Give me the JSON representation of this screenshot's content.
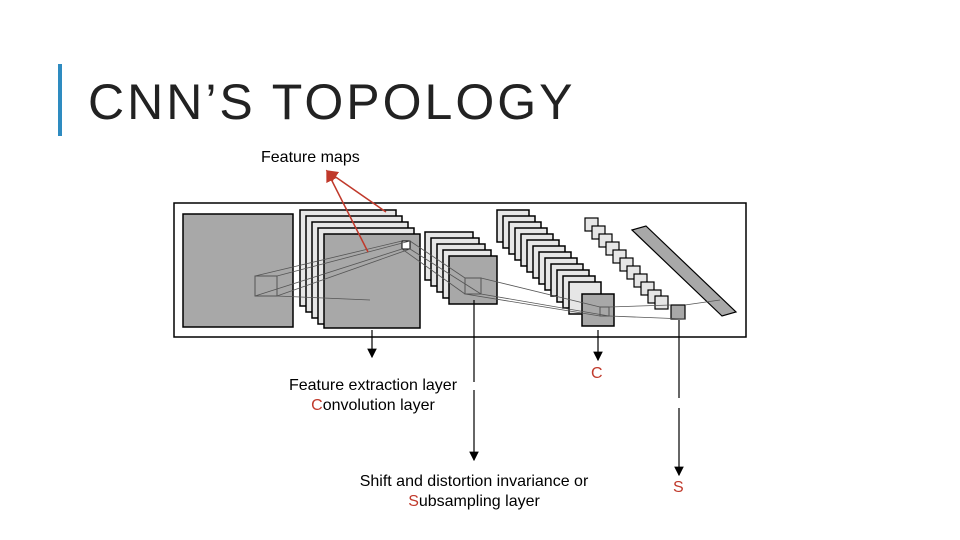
{
  "title": "CNN’S TOPOLOGY",
  "labels": {
    "feature_maps": "Feature maps",
    "feature_extraction": "Feature extraction layer",
    "conv_letter": "C",
    "conv_rest": "onvolution layer",
    "c_marker": "C",
    "shift_line1": "Shift and distortion invariance or",
    "sub_letter": "S",
    "sub_rest": "ubsampling layer",
    "s_marker": "S"
  },
  "colors": {
    "accent": "#2e8bc0",
    "highlight": "#c0392b",
    "map_fill": "#a8a8a8",
    "map_stroke": "#000000"
  }
}
